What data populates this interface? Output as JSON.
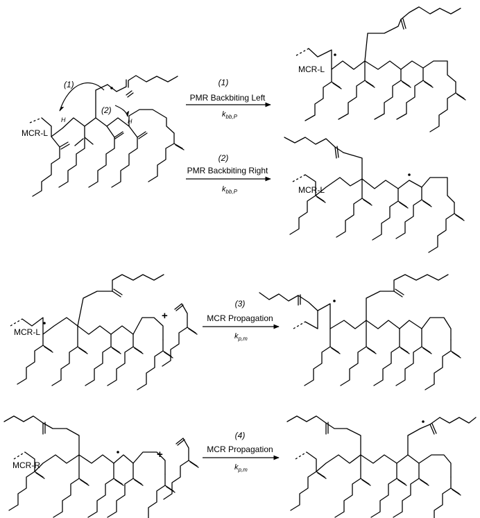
{
  "reactions": [
    {
      "step": "(1)",
      "label": "PMR Backbiting Left",
      "rate_main": "k",
      "rate_sub": "bb,P"
    },
    {
      "step": "(2)",
      "label": "PMR Backbiting Right",
      "rate_main": "k",
      "rate_sub": "bb,P"
    },
    {
      "step": "(3)",
      "label": "MCR Propagation",
      "rate_main": "k",
      "rate_sub": "p,m"
    },
    {
      "step": "(4)",
      "label": "MCR Propagation",
      "rate_main": "k",
      "rate_sub": "p,m"
    }
  ],
  "labels": {
    "mcr_l": "MCR-L",
    "mcr_r": "MCR-R",
    "hydrogen": "H",
    "arrow_1": "(1)",
    "arrow_2": "(2)",
    "plus": "+"
  },
  "colors": {
    "ink": "#000000",
    "background": "#ffffff"
  }
}
